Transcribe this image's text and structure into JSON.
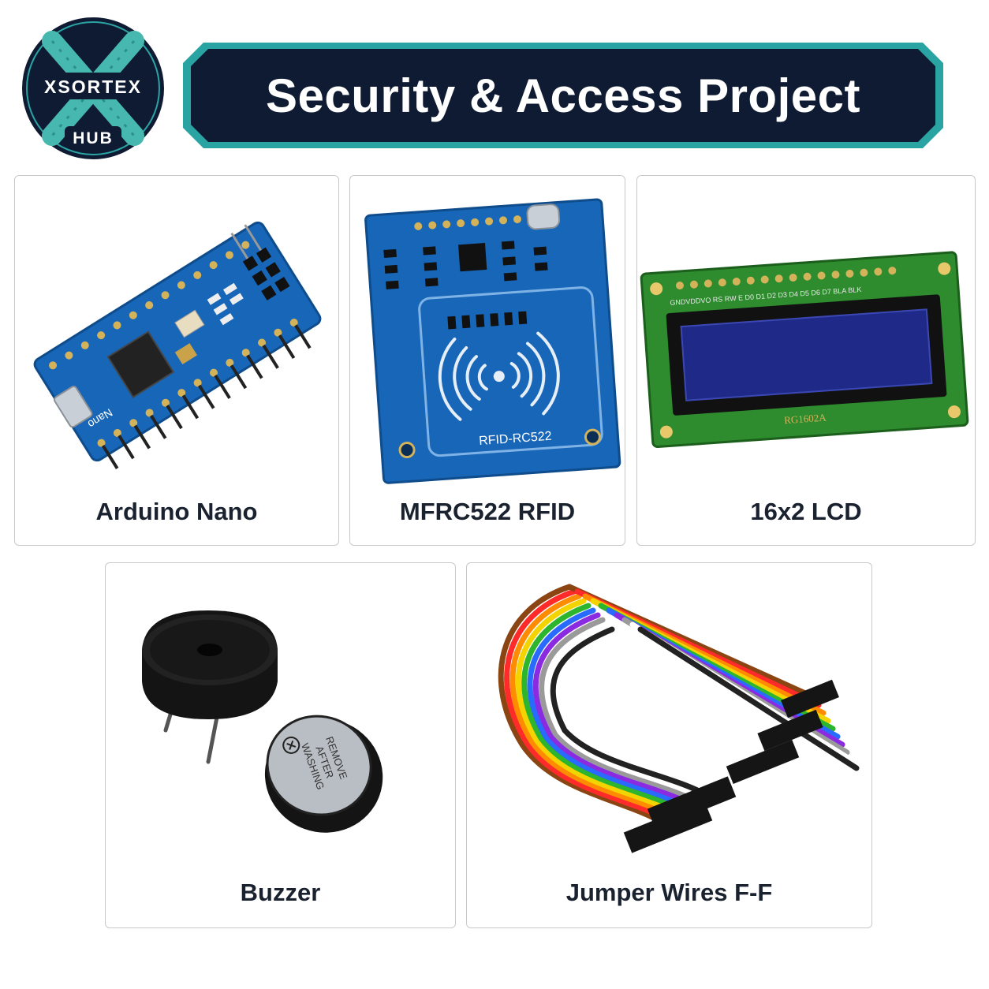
{
  "logo": {
    "top_text": "XSORTEX",
    "bottom_text": "HUB"
  },
  "title": "Security & Access Project",
  "colors": {
    "navy": "#0f1b33",
    "teal": "#2aa3a3",
    "pcb_blue": "#1766b8",
    "lcd_green": "#2e8b2e",
    "lcd_screen": "#1f2a88"
  },
  "components": [
    {
      "label": "Arduino Nano",
      "image_icon": "arduino-nano-board",
      "board_text": "Nano"
    },
    {
      "label": "MFRC522 RFID",
      "image_icon": "rfid-module",
      "board_text": "RFID-RC522"
    },
    {
      "label": "16x2 LCD",
      "image_icon": "lcd-display",
      "board_text": "RG1602A",
      "pin_text": "GNDVDDVO RS RW E D0 D1 D2 D3 D4 D5 D6 D7 BLA BLK"
    },
    {
      "label": "Buzzer",
      "image_icon": "buzzer",
      "sticker_text": [
        "REMOVE",
        "AFTER",
        "WASHING"
      ]
    },
    {
      "label": "Jumper Wires F-F",
      "image_icon": "jumper-wires-bundle"
    }
  ]
}
